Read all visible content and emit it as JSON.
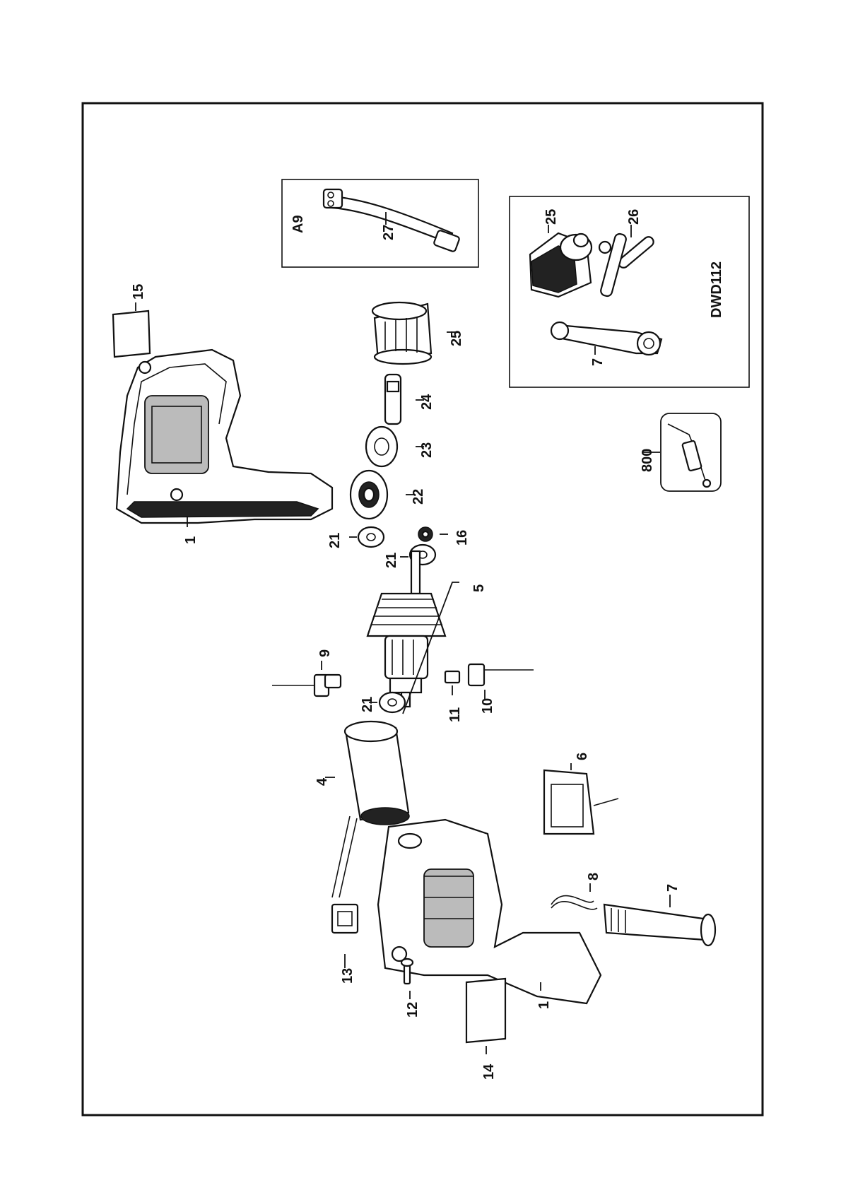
{
  "title": "",
  "callouts": {
    "c1a": "1",
    "c15": "15",
    "c21a": "21",
    "c21b": "21",
    "c21c": "21",
    "c16": "16",
    "c22": "22",
    "c23": "23",
    "c24": "24",
    "c25a": "25",
    "c5": "5",
    "c9": "9",
    "c10": "10",
    "c11": "11",
    "c4": "4",
    "c6": "6",
    "c8": "8",
    "c7a": "7",
    "c13": "13",
    "c12": "12",
    "c14": "14",
    "c1b": "1",
    "c800": "800",
    "c27": "27",
    "c25b": "25",
    "c26": "26",
    "c7b": "7"
  },
  "boxes": {
    "a9_label": "A9",
    "dwd_label": "DWD112"
  }
}
